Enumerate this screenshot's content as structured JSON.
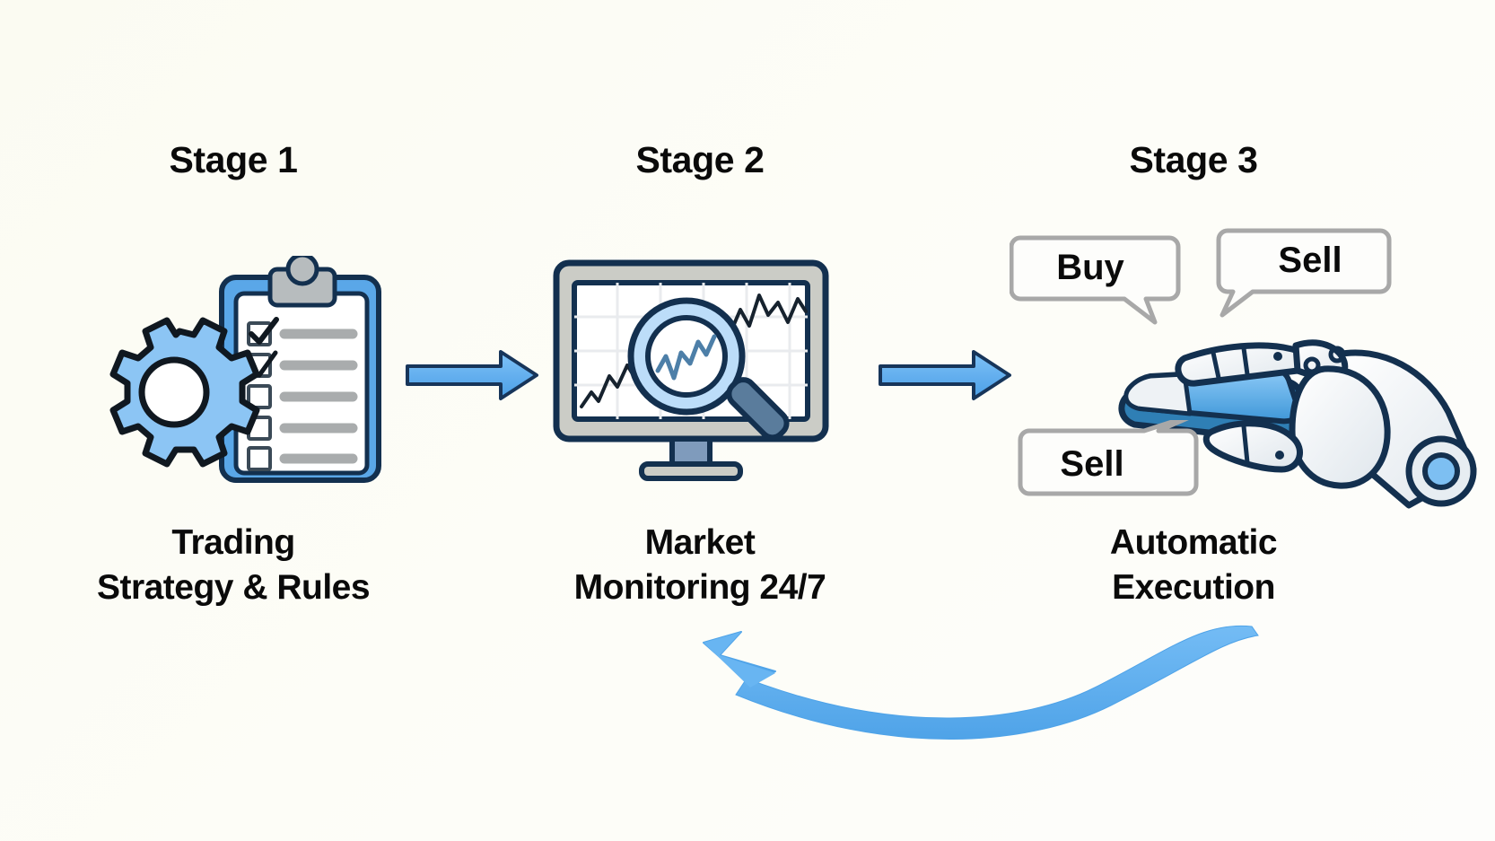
{
  "diagram": {
    "title_hidden": "",
    "background_color": "#fbfbf2",
    "accent_blue": "#6BB5F0",
    "outline_navy": "#13304f",
    "text_color": "#0a0a0a",
    "gray_stroke": "#a8a8a8"
  },
  "stages": [
    {
      "id": "stage-1",
      "title": "Stage 1",
      "label_line1": "Trading",
      "label_line2": "Strategy & Rules",
      "icon": "gear-clipboard-icon",
      "checklist": {
        "items_checked": 2,
        "items_total": 5
      }
    },
    {
      "id": "stage-2",
      "title": "Stage 2",
      "label_line1": "Market",
      "label_line2": "Monitoring 24/7",
      "icon": "monitor-magnifier-chart-icon"
    },
    {
      "id": "stage-3",
      "title": "Stage 3",
      "label_line1": "Automatic",
      "label_line2": "Execution",
      "icon": "robot-hand-device-icon",
      "bubbles": [
        {
          "id": "bubble-buy",
          "text": "Buy",
          "position": "top-left"
        },
        {
          "id": "bubble-sell-top",
          "text": "Sell",
          "position": "top-right"
        },
        {
          "id": "bubble-sell-bottom",
          "text": "Sell",
          "position": "bottom-left"
        }
      ]
    }
  ],
  "connectors": [
    {
      "id": "arrow-stage1-stage2",
      "direction": "right"
    },
    {
      "id": "arrow-stage2-stage3",
      "direction": "right"
    },
    {
      "id": "feedback-loop-arrow",
      "direction": "left",
      "description": "curved return arrow from Stage 3 back to Stage 2"
    }
  ]
}
